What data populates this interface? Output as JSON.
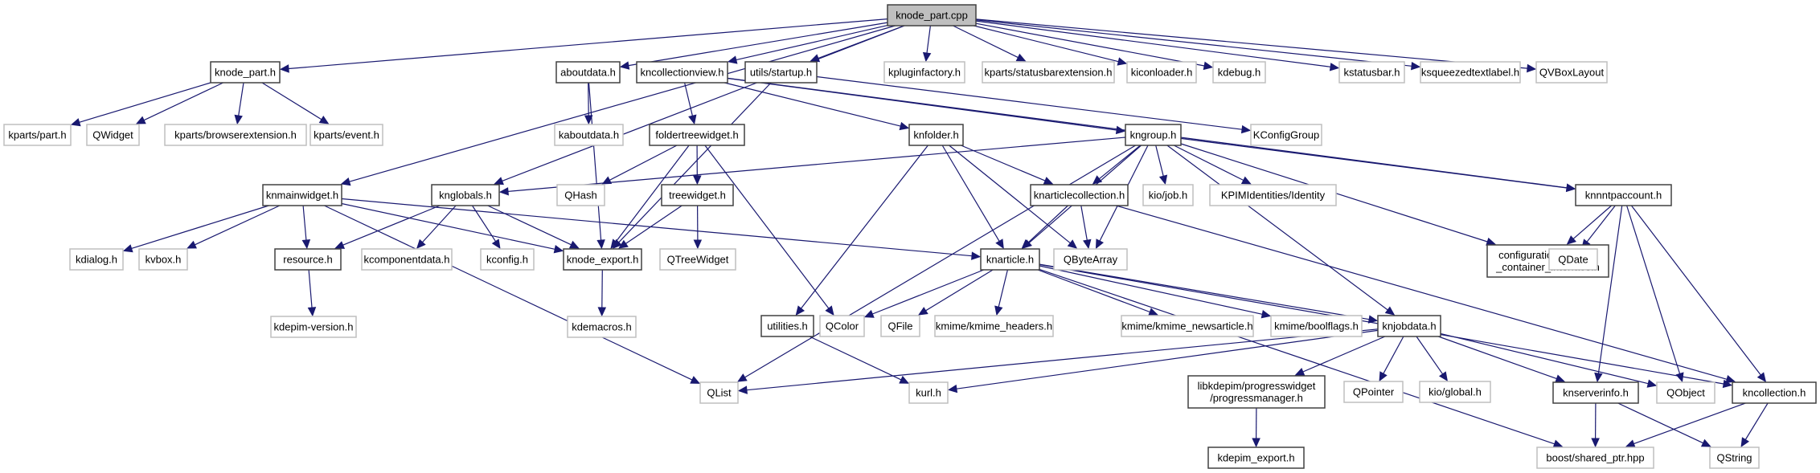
{
  "title": "knode_part.cpp include dependency graph",
  "colors": {
    "edge": "#191970",
    "root_fill": "#bfbfbf",
    "internal_border": "#404040",
    "external_border": "#bfbfbf"
  },
  "nodes": [
    {
      "id": "knode_part_cpp",
      "label": [
        "knode_part.cpp"
      ],
      "kind": "root"
    },
    {
      "id": "knode_part_h",
      "label": [
        "knode_part.h"
      ],
      "kind": "internal"
    },
    {
      "id": "aboutdata_h",
      "label": [
        "aboutdata.h"
      ],
      "kind": "internal"
    },
    {
      "id": "kncollectionview_h",
      "label": [
        "kncollectionview.h"
      ],
      "kind": "internal"
    },
    {
      "id": "utils_startup_h",
      "label": [
        "utils/startup.h"
      ],
      "kind": "internal"
    },
    {
      "id": "kpluginfactory_h",
      "label": [
        "kpluginfactory.h"
      ],
      "kind": "external"
    },
    {
      "id": "kparts_statusbarextension_h",
      "label": [
        "kparts/statusbarextension.h"
      ],
      "kind": "external"
    },
    {
      "id": "kiconloader_h",
      "label": [
        "kiconloader.h"
      ],
      "kind": "external"
    },
    {
      "id": "kdebug_h",
      "label": [
        "kdebug.h"
      ],
      "kind": "external"
    },
    {
      "id": "kstatusbar_h",
      "label": [
        "kstatusbar.h"
      ],
      "kind": "external"
    },
    {
      "id": "ksqueezedtextlabel_h",
      "label": [
        "ksqueezedtextlabel.h"
      ],
      "kind": "external"
    },
    {
      "id": "QVBoxLayout",
      "label": [
        "QVBoxLayout"
      ],
      "kind": "external"
    },
    {
      "id": "kparts_part_h",
      "label": [
        "kparts/part.h"
      ],
      "kind": "external"
    },
    {
      "id": "QWidget",
      "label": [
        "QWidget"
      ],
      "kind": "external"
    },
    {
      "id": "kparts_browserextension_h",
      "label": [
        "kparts/browserextension.h"
      ],
      "kind": "external"
    },
    {
      "id": "kparts_event_h",
      "label": [
        "kparts/event.h"
      ],
      "kind": "external"
    },
    {
      "id": "kaboutdata_h",
      "label": [
        "kaboutdata.h"
      ],
      "kind": "external"
    },
    {
      "id": "foldertreewidget_h",
      "label": [
        "foldertreewidget.h"
      ],
      "kind": "internal"
    },
    {
      "id": "knfolder_h",
      "label": [
        "knfolder.h"
      ],
      "kind": "internal"
    },
    {
      "id": "kngroup_h",
      "label": [
        "kngroup.h"
      ],
      "kind": "internal"
    },
    {
      "id": "KConfigGroup",
      "label": [
        "KConfigGroup"
      ],
      "kind": "external"
    },
    {
      "id": "knmainwidget_h",
      "label": [
        "knmainwidget.h"
      ],
      "kind": "internal"
    },
    {
      "id": "knglobals_h",
      "label": [
        "knglobals.h"
      ],
      "kind": "internal"
    },
    {
      "id": "QHash",
      "label": [
        "QHash"
      ],
      "kind": "external"
    },
    {
      "id": "treewidget_h",
      "label": [
        "treewidget.h"
      ],
      "kind": "internal"
    },
    {
      "id": "knarticlecollection_h",
      "label": [
        "knarticlecollection.h"
      ],
      "kind": "internal"
    },
    {
      "id": "kio_job_h",
      "label": [
        "kio/job.h"
      ],
      "kind": "external"
    },
    {
      "id": "KPIMIdentities_Identity",
      "label": [
        "KPIMIdentities/Identity"
      ],
      "kind": "external"
    },
    {
      "id": "knnntpaccount_h",
      "label": [
        "knnntpaccount.h"
      ],
      "kind": "internal"
    },
    {
      "id": "kdialog_h",
      "label": [
        "kdialog.h"
      ],
      "kind": "external"
    },
    {
      "id": "kvbox_h",
      "label": [
        "kvbox.h"
      ],
      "kind": "external"
    },
    {
      "id": "resource_h",
      "label": [
        "resource.h"
      ],
      "kind": "internal"
    },
    {
      "id": "kcomponentdata_h",
      "label": [
        "kcomponentdata.h"
      ],
      "kind": "external"
    },
    {
      "id": "kconfig_h",
      "label": [
        "kconfig.h"
      ],
      "kind": "external"
    },
    {
      "id": "knode_export_h",
      "label": [
        "knode_export.h"
      ],
      "kind": "internal"
    },
    {
      "id": "QTreeWidget",
      "label": [
        "QTreeWidget"
      ],
      "kind": "external"
    },
    {
      "id": "knarticle_h",
      "label": [
        "knarticle.h"
      ],
      "kind": "internal"
    },
    {
      "id": "QByteArray",
      "label": [
        "QByteArray"
      ],
      "kind": "external"
    },
    {
      "id": "configuration_settings",
      "label": [
        "configuration/settings",
        "_container_interface.h"
      ],
      "kind": "internal"
    },
    {
      "id": "QDate",
      "label": [
        "QDate"
      ],
      "kind": "external"
    },
    {
      "id": "kdepim_version_h",
      "label": [
        "kdepim-version.h"
      ],
      "kind": "external"
    },
    {
      "id": "kdemacros_h",
      "label": [
        "kdemacros.h"
      ],
      "kind": "external"
    },
    {
      "id": "utilities_h",
      "label": [
        "utilities.h"
      ],
      "kind": "internal"
    },
    {
      "id": "QColor",
      "label": [
        "QColor"
      ],
      "kind": "external"
    },
    {
      "id": "QFile",
      "label": [
        "QFile"
      ],
      "kind": "external"
    },
    {
      "id": "kmime_headers_h",
      "label": [
        "kmime/kmime_headers.h"
      ],
      "kind": "external"
    },
    {
      "id": "kmime_newsarticle_h",
      "label": [
        "kmime/kmime_newsarticle.h"
      ],
      "kind": "external"
    },
    {
      "id": "kmime_boolflags_h",
      "label": [
        "kmime/boolflags.h"
      ],
      "kind": "external"
    },
    {
      "id": "knjobdata_h",
      "label": [
        "knjobdata.h"
      ],
      "kind": "internal"
    },
    {
      "id": "QList",
      "label": [
        "QList"
      ],
      "kind": "external"
    },
    {
      "id": "kurl_h",
      "label": [
        "kurl.h"
      ],
      "kind": "external"
    },
    {
      "id": "progressmanager_h",
      "label": [
        "libkdepim/progresswidget",
        "/progressmanager.h"
      ],
      "kind": "internal"
    },
    {
      "id": "QPointer",
      "label": [
        "QPointer"
      ],
      "kind": "external"
    },
    {
      "id": "kio_global_h",
      "label": [
        "kio/global.h"
      ],
      "kind": "external"
    },
    {
      "id": "knserverinfo_h",
      "label": [
        "knserverinfo.h"
      ],
      "kind": "internal"
    },
    {
      "id": "QObject",
      "label": [
        "QObject"
      ],
      "kind": "external"
    },
    {
      "id": "kncollection_h",
      "label": [
        "kncollection.h"
      ],
      "kind": "internal"
    },
    {
      "id": "kdepim_export_h",
      "label": [
        "kdepim_export.h"
      ],
      "kind": "internal"
    },
    {
      "id": "boost_shared_ptr_hpp",
      "label": [
        "boost/shared_ptr.hpp"
      ],
      "kind": "external"
    },
    {
      "id": "QString",
      "label": [
        "QString"
      ],
      "kind": "external"
    }
  ],
  "edges": [
    [
      "knode_part_cpp",
      "knode_part_h"
    ],
    [
      "knode_part_cpp",
      "aboutdata_h"
    ],
    [
      "knode_part_cpp",
      "kncollectionview_h"
    ],
    [
      "knode_part_cpp",
      "utils_startup_h"
    ],
    [
      "knode_part_cpp",
      "kpluginfactory_h"
    ],
    [
      "knode_part_cpp",
      "kparts_statusbarextension_h"
    ],
    [
      "knode_part_cpp",
      "kiconloader_h"
    ],
    [
      "knode_part_cpp",
      "kdebug_h"
    ],
    [
      "knode_part_cpp",
      "kstatusbar_h"
    ],
    [
      "knode_part_cpp",
      "ksqueezedtextlabel_h"
    ],
    [
      "knode_part_cpp",
      "QVBoxLayout"
    ],
    [
      "knode_part_cpp",
      "knmainwidget_h"
    ],
    [
      "knode_part_cpp",
      "knglobals_h"
    ],
    [
      "knode_part_h",
      "kparts_part_h"
    ],
    [
      "knode_part_h",
      "QWidget"
    ],
    [
      "knode_part_h",
      "kparts_browserextension_h"
    ],
    [
      "knode_part_h",
      "kparts_event_h"
    ],
    [
      "aboutdata_h",
      "kaboutdata_h"
    ],
    [
      "aboutdata_h",
      "knode_export_h"
    ],
    [
      "kncollectionview_h",
      "foldertreewidget_h"
    ],
    [
      "kncollectionview_h",
      "knfolder_h"
    ],
    [
      "kncollectionview_h",
      "kngroup_h"
    ],
    [
      "kncollectionview_h",
      "knnntpaccount_h"
    ],
    [
      "utils_startup_h",
      "KConfigGroup"
    ],
    [
      "utils_startup_h",
      "knode_export_h"
    ],
    [
      "foldertreewidget_h",
      "QHash"
    ],
    [
      "foldertreewidget_h",
      "treewidget_h"
    ],
    [
      "foldertreewidget_h",
      "knode_export_h"
    ],
    [
      "foldertreewidget_h",
      "QColor"
    ],
    [
      "treewidget_h",
      "knode_export_h"
    ],
    [
      "treewidget_h",
      "QTreeWidget"
    ],
    [
      "knfolder_h",
      "knarticlecollection_h"
    ],
    [
      "knfolder_h",
      "knarticle_h"
    ],
    [
      "knfolder_h",
      "QByteArray"
    ],
    [
      "knfolder_h",
      "utilities_h"
    ],
    [
      "kngroup_h",
      "knglobals_h"
    ],
    [
      "kngroup_h",
      "knarticlecollection_h"
    ],
    [
      "kngroup_h",
      "kio_job_h"
    ],
    [
      "kngroup_h",
      "KPIMIdentities_Identity"
    ],
    [
      "kngroup_h",
      "knnntpaccount_h"
    ],
    [
      "kngroup_h",
      "knarticle_h"
    ],
    [
      "kngroup_h",
      "QByteArray"
    ],
    [
      "kngroup_h",
      "QList"
    ],
    [
      "kngroup_h",
      "configuration_settings"
    ],
    [
      "kngroup_h",
      "knjobdata_h"
    ],
    [
      "knmainwidget_h",
      "kdialog_h"
    ],
    [
      "knmainwidget_h",
      "kvbox_h"
    ],
    [
      "knmainwidget_h",
      "resource_h"
    ],
    [
      "knmainwidget_h",
      "knode_export_h"
    ],
    [
      "knmainwidget_h",
      "knarticle_h"
    ],
    [
      "knmainwidget_h",
      "QList"
    ],
    [
      "knglobals_h",
      "resource_h"
    ],
    [
      "knglobals_h",
      "kcomponentdata_h"
    ],
    [
      "knglobals_h",
      "kconfig_h"
    ],
    [
      "knglobals_h",
      "knode_export_h"
    ],
    [
      "knarticlecollection_h",
      "knarticle_h"
    ],
    [
      "knarticlecollection_h",
      "QByteArray"
    ],
    [
      "knarticlecollection_h",
      "kncollection_h"
    ],
    [
      "knnntpaccount_h",
      "configuration_settings"
    ],
    [
      "knnntpaccount_h",
      "QDate"
    ],
    [
      "knnntpaccount_h",
      "knserverinfo_h"
    ],
    [
      "knnntpaccount_h",
      "QObject"
    ],
    [
      "knnntpaccount_h",
      "kncollection_h"
    ],
    [
      "resource_h",
      "kdepim_version_h"
    ],
    [
      "knode_export_h",
      "kdemacros_h"
    ],
    [
      "knarticle_h",
      "QColor"
    ],
    [
      "knarticle_h",
      "QFile"
    ],
    [
      "knarticle_h",
      "kmime_headers_h"
    ],
    [
      "knarticle_h",
      "kmime_newsarticle_h"
    ],
    [
      "knarticle_h",
      "kmime_boolflags_h"
    ],
    [
      "knarticle_h",
      "knjobdata_h"
    ],
    [
      "knarticle_h",
      "boost_shared_ptr_hpp"
    ],
    [
      "knarticle_h",
      "kncollection_h"
    ],
    [
      "utilities_h",
      "kurl_h"
    ],
    [
      "knjobdata_h",
      "QList"
    ],
    [
      "knjobdata_h",
      "kurl_h"
    ],
    [
      "knjobdata_h",
      "progressmanager_h"
    ],
    [
      "knjobdata_h",
      "QPointer"
    ],
    [
      "knjobdata_h",
      "kio_global_h"
    ],
    [
      "knjobdata_h",
      "knserverinfo_h"
    ],
    [
      "knjobdata_h",
      "QObject"
    ],
    [
      "knserverinfo_h",
      "boost_shared_ptr_hpp"
    ],
    [
      "knserverinfo_h",
      "QString"
    ],
    [
      "kncollection_h",
      "boost_shared_ptr_hpp"
    ],
    [
      "kncollection_h",
      "QString"
    ],
    [
      "progressmanager_h",
      "kdepim_export_h"
    ]
  ]
}
